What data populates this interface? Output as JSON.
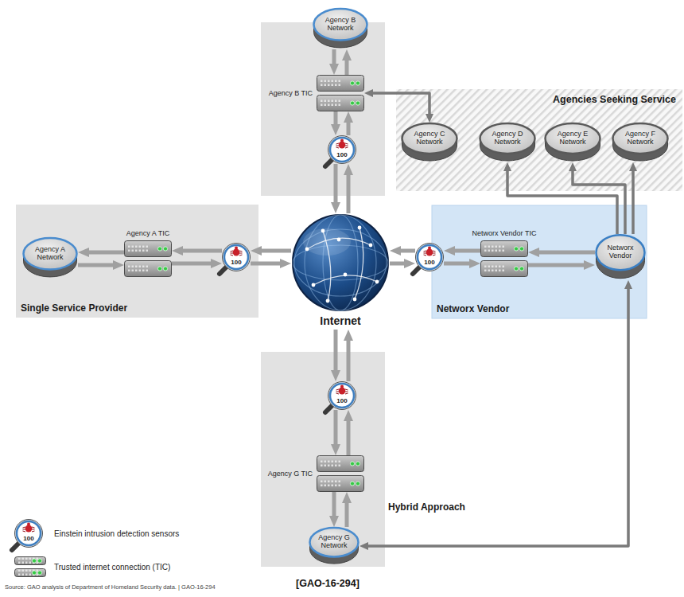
{
  "diagram": {
    "nodes": [
      {
        "text": [
          "Agency B Network"
        ]
      },
      {
        "text": [
          "Agency B TIC"
        ]
      },
      {
        "text": [
          "Agencies Seeking Service"
        ]
      },
      {
        "text": [
          "Agency C Network"
        ],
        "in": 2
      },
      {
        "text": [
          "Agency D Network"
        ],
        "in": 2
      },
      {
        "text": [
          "Agency E Network"
        ],
        "in": 2
      },
      {
        "text": [
          "Agency F Network"
        ],
        "in": 2
      },
      {
        "text": [
          "100"
        ]
      },
      {
        "text": [
          "Single Service Provider"
        ]
      },
      {
        "text": [
          "Agency A Network"
        ],
        "in": 8
      },
      {
        "text": [
          "Agency A TIC"
        ],
        "in": 8
      },
      {
        "text": [
          "100"
        ],
        "in": 8
      },
      {
        "text": [
          "Internet"
        ]
      },
      {
        "text": [
          "Networx Vendor"
        ]
      },
      {
        "text": [
          "100"
        ]
      },
      {
        "text": [
          "Networx Vendor TIC"
        ],
        "in": 13
      },
      {
        "text": [
          "Networx Vendor"
        ],
        "in": 13
      },
      {
        "text": [
          "Hybrid Approach"
        ]
      },
      {
        "text": [
          "100"
        ],
        "in": 17
      },
      {
        "text": [
          "Agency G TIC"
        ],
        "in": 17
      },
      {
        "text": [
          "Agency G Network"
        ],
        "in": 17
      }
    ],
    "edges": [
      {
        "from": 0,
        "to": 1,
        "arrow": "to"
      },
      {
        "from": 1,
        "to": 0,
        "arrow": "to"
      },
      {
        "from": 1,
        "to": 7,
        "arrow": "to"
      },
      {
        "from": 7,
        "to": 1,
        "arrow": "to"
      },
      {
        "from": 7,
        "to": 12,
        "arrow": "to"
      },
      {
        "from": 12,
        "to": 7,
        "arrow": "to"
      },
      {
        "from": 1,
        "to": 3,
        "arrow": "both"
      },
      {
        "from": 9,
        "to": 10,
        "arrow": "to"
      },
      {
        "from": 10,
        "to": 9,
        "arrow": "to"
      },
      {
        "from": 10,
        "to": 11,
        "arrow": "to"
      },
      {
        "from": 11,
        "to": 10,
        "arrow": "to"
      },
      {
        "from": 11,
        "to": 12,
        "arrow": "to"
      },
      {
        "from": 12,
        "to": 11,
        "arrow": "to"
      },
      {
        "from": 12,
        "to": 14,
        "arrow": "to"
      },
      {
        "from": 14,
        "to": 12,
        "arrow": "to"
      },
      {
        "from": 14,
        "to": 15,
        "arrow": "to"
      },
      {
        "from": 15,
        "to": 14,
        "arrow": "to"
      },
      {
        "from": 15,
        "to": 16,
        "arrow": "to"
      },
      {
        "from": 16,
        "to": 15,
        "arrow": "to"
      },
      {
        "from": 16,
        "to": 4,
        "arrow": "to"
      },
      {
        "from": 16,
        "to": 5,
        "arrow": "to"
      },
      {
        "from": 16,
        "to": 6,
        "arrow": "to"
      },
      {
        "from": 16,
        "to": 20,
        "arrow": "both"
      },
      {
        "from": 12,
        "to": 18,
        "arrow": "to"
      },
      {
        "from": 18,
        "to": 12,
        "arrow": "to"
      },
      {
        "from": 18,
        "to": 19,
        "arrow": "to"
      },
      {
        "from": 19,
        "to": 18,
        "arrow": "to"
      },
      {
        "from": 19,
        "to": 20,
        "arrow": "to"
      },
      {
        "from": 20,
        "to": 19,
        "arrow": "to"
      }
    ],
    "labels": [
      "100",
      "Source: GAO analysis of Department of Homeland Security data. | GAO-16-294",
      "[GAO-16-294]"
    ],
    "legend": [
      {
        "text": "Einstein intrusion detection sensors"
      },
      {
        "text": "Trusted internet connection (TIC)"
      }
    ]
  }
}
